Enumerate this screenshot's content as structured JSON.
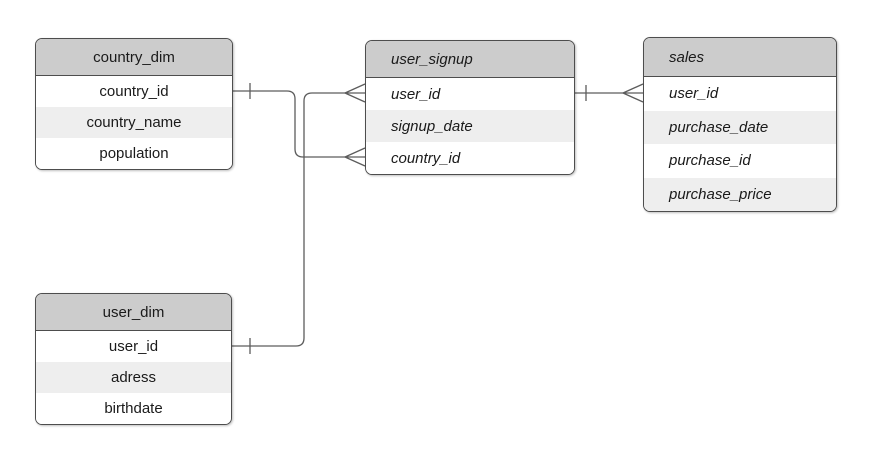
{
  "diagram": {
    "type": "entity-relationship",
    "background": "#ffffff",
    "colors": {
      "header_fill": "#cccccc",
      "alt_row_fill": "#eeeeee",
      "row_fill": "#ffffff",
      "border": "#4d4d4d",
      "connector": "#5c5c5c",
      "text": "#1a1a1a"
    }
  },
  "tables": [
    {
      "title": "country_dim",
      "text_style": "plain-centered",
      "columns": [
        "country_id",
        "country_name",
        "population"
      ]
    },
    {
      "title": "user_signup",
      "text_style": "italic-left",
      "columns": [
        "user_id",
        "signup_date",
        "country_id"
      ]
    },
    {
      "title": "sales",
      "text_style": "italic-left",
      "columns": [
        "user_id",
        "purchase_date",
        "purchase_id",
        "purchase_price"
      ]
    },
    {
      "title": "user_dim",
      "text_style": "plain-centered",
      "columns": [
        "user_id",
        "adress",
        "birthdate"
      ]
    }
  ],
  "relationships": [
    {
      "from": "country_dim.country_id",
      "to": "user_signup.country_id",
      "from_cardinality": "one (tick)",
      "to_cardinality": "many (crows-foot)"
    },
    {
      "from": "user_dim.user_id",
      "to": "user_signup.user_id",
      "from_cardinality": "one (tick)",
      "to_cardinality": "many (crows-foot)"
    },
    {
      "from": "user_signup.user_id",
      "to": "sales.user_id",
      "from_cardinality": "one (tick)",
      "to_cardinality": "many (crows-foot)"
    }
  ]
}
